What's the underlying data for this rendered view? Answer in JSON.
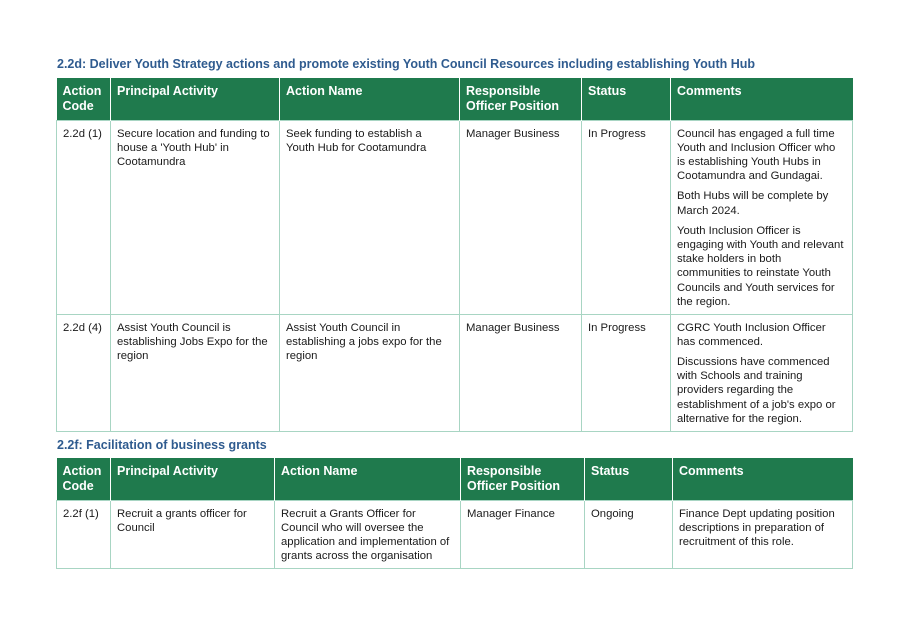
{
  "sections": [
    {
      "heading": "2.2d: Deliver Youth Strategy actions and promote existing Youth Council Resources including establishing Youth Hub",
      "columns": [
        "Action Code",
        "Principal Activity",
        "Action Name",
        "Responsible Officer Position",
        "Status",
        "Comments"
      ],
      "rows": [
        {
          "code": "2.2d (1)",
          "activity": "Secure location and funding to house a 'Youth Hub' in Cootamundra",
          "action": "Seek funding to establish a Youth Hub for Cootamundra",
          "officer": "Manager Business",
          "status": "In Progress",
          "comments": [
            "Council has engaged a full time Youth and Inclusion Officer who is establishing Youth Hubs in Cootamundra and Gundagai.",
            "Both Hubs will be complete by March 2024.",
            "Youth Inclusion Officer is engaging with Youth and relevant stake holders in both communities to reinstate Youth Councils and Youth services for the region."
          ]
        },
        {
          "code": "2.2d (4)",
          "activity": "Assist Youth Council is establishing Jobs Expo for the region",
          "action": "Assist Youth Council in establishing a jobs expo for the region",
          "officer": "Manager Business",
          "status": "In Progress",
          "comments": [
            "CGRC Youth Inclusion Officer has commenced.",
            "Discussions have commenced with Schools and training providers regarding the establishment of a job's expo or alternative for the region."
          ]
        }
      ]
    },
    {
      "heading": "2.2f: Facilitation of business grants",
      "columns": [
        "Action Code",
        "Principal Activity",
        "Action Name",
        "Responsible Officer Position",
        "Status",
        "Comments"
      ],
      "rows": [
        {
          "code": "2.2f (1)",
          "activity": "Recruit a grants officer for Council",
          "action": "Recruit a Grants Officer for Council who will oversee the application and implementation of grants across the organisation",
          "officer": "Manager Finance",
          "status": "Ongoing",
          "comments": [
            "Finance Dept updating position descriptions in preparation of recruitment of this role."
          ]
        }
      ]
    }
  ],
  "colors": {
    "heading": "#2f5b8f",
    "header_fill": "#1f7a4d",
    "border": "#a8d5c3"
  }
}
